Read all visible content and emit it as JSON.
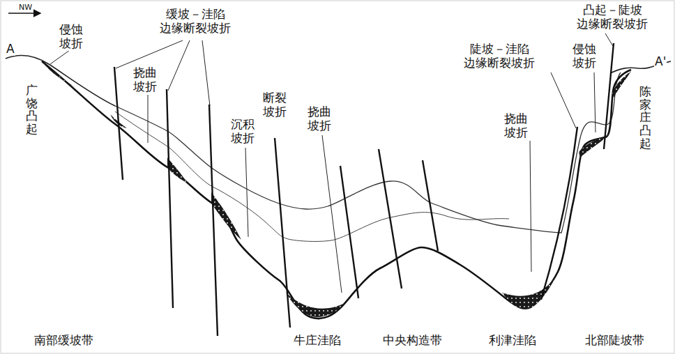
{
  "diagram": {
    "labels": [
      "NW",
      "A",
      "A'",
      "侵蚀 坡折",
      "缓坡－洼陷 边缘断裂坡折",
      "挠曲 坡折",
      "断裂 坡折",
      "沉积 坡折",
      "挠曲 坡折",
      "陡坡－洼陷 边缘断裂坡折",
      "凸起－陡坡 边缘断裂坡折",
      "侵蚀 坡折",
      "挠曲 坡折",
      "广饶凸起",
      "陈家庄凸起",
      "南部缓坡带",
      "牛庄洼陷",
      "中央构造带",
      "利津洼陷",
      "北部陡坡带"
    ]
  }
}
